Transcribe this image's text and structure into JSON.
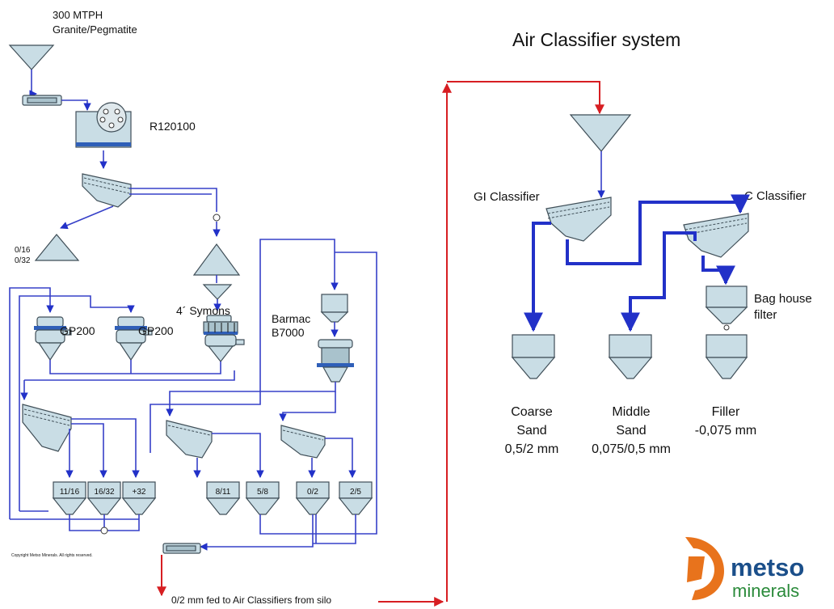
{
  "left_plant": {
    "feed_line1": "300 MTPH",
    "feed_line2": "Granite/Pegmatite",
    "jaw_crusher": "R120100",
    "stockpile_line1": "0/16",
    "stockpile_line2": "0/32",
    "cone_gp1": "GP200",
    "cone_gp2": "GP200",
    "symons": "4´ Symons",
    "barmac_line1": "Barmac",
    "barmac_line2": "B7000",
    "silos": [
      "11/16",
      "16/32",
      "+32",
      "8/11",
      "5/8",
      "0/2",
      "2/5"
    ],
    "copyright": "Copyright Metso Minerals. All rights reserved.",
    "transfer_note": "0/2 mm fed to Air Classifiers from silo"
  },
  "air_system": {
    "title": "Air Classifier system",
    "gi_classifier": "GI Classifier",
    "c_classifier": "C Classifier",
    "bag_line1": "Bag house",
    "bag_line2": "filter",
    "coarse": [
      "Coarse",
      "Sand",
      "0,5/2 mm"
    ],
    "middle": [
      "Middle",
      "Sand",
      "0,075/0,5 mm"
    ],
    "filler": [
      "Filler",
      "-0,075 mm"
    ]
  },
  "logo": {
    "word1": "metso",
    "word2": "minerals",
    "orange": "#e8731c",
    "blue": "#1b4f8a"
  },
  "colors": {
    "flow_line": "#3640c8",
    "red_line": "#d71e22",
    "equipment_fill": "#c9dde5"
  }
}
